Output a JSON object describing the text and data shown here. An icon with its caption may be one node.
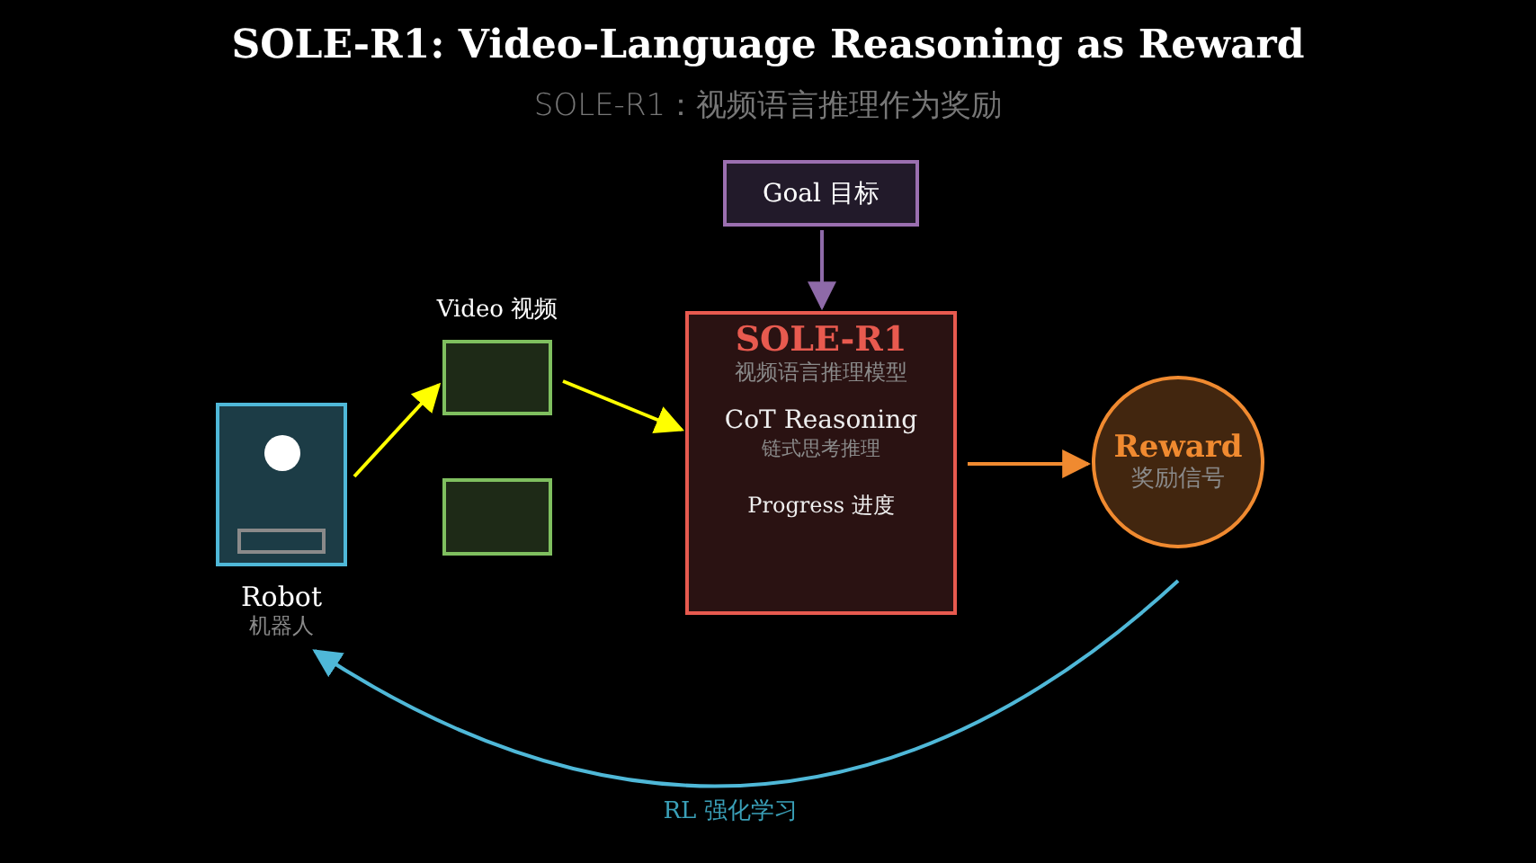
{
  "diagram": {
    "title": "SOLE-R1: Video-Language Reasoning as Reward",
    "nodes": [
      {
        "text": [
          "Goal 目标"
        ]
      },
      {
        "text": [
          "Robot",
          "机器人"
        ]
      },
      {
        "text": [
          "Video 视频"
        ]
      },
      {
        "text": [],
        "shape": "box"
      },
      {
        "text": [
          "SOLE-R1",
          "视频语言推理模型",
          "CoT Reasoning",
          "链式思考推理",
          "Progress 进度"
        ]
      },
      {
        "text": [
          "Reward",
          "奖励信号"
        ]
      }
    ],
    "edges": [
      {
        "from": 0,
        "to": 4,
        "arrow": "to",
        "color": "#8e6aa8"
      },
      {
        "from": 1,
        "to": 2,
        "arrow": "to",
        "color": "#ffff00"
      },
      {
        "from": 2,
        "to": 4,
        "arrow": "to",
        "color": "#ffff00"
      },
      {
        "from": 4,
        "to": 5,
        "arrow": "to",
        "color": "#f08a30"
      },
      {
        "from": 5,
        "to": 1,
        "arrow": "to",
        "color": "#4fb8d8",
        "label": "RL 强化学习"
      }
    ],
    "labels": [
      "SOLE-R1：视频语言推理作为奖励"
    ]
  }
}
